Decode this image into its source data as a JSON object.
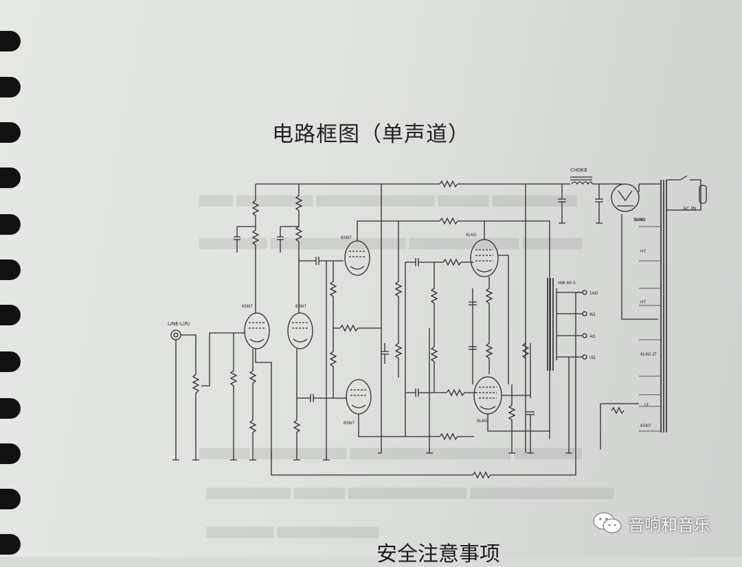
{
  "page": {
    "title": "电路框图（单声道）",
    "bottom_heading": "安全注意事项"
  },
  "schematic": {
    "tubes": {
      "input_1": "6SN7",
      "input_2": "6SN7",
      "driver_top": "6SN7",
      "driver_bottom": "6SN7",
      "output_top": "6L6G",
      "output_bottom": "6L6G",
      "rectifier": "5U4G"
    },
    "input_label": "LINE-L(R)",
    "choke_label": "CHOKE",
    "transformer_label": "HW-40-5",
    "taps": [
      "16Ω",
      "8Ω",
      "4Ω",
      "0Ω"
    ],
    "power_taps": [
      "5U4G",
      "HT",
      "HT",
      "6L6G LT",
      "LT",
      "6SN7"
    ],
    "ac_label": "AC IN"
  },
  "watermark": {
    "text": "音响和音乐",
    "icon": "wechat-icon"
  }
}
